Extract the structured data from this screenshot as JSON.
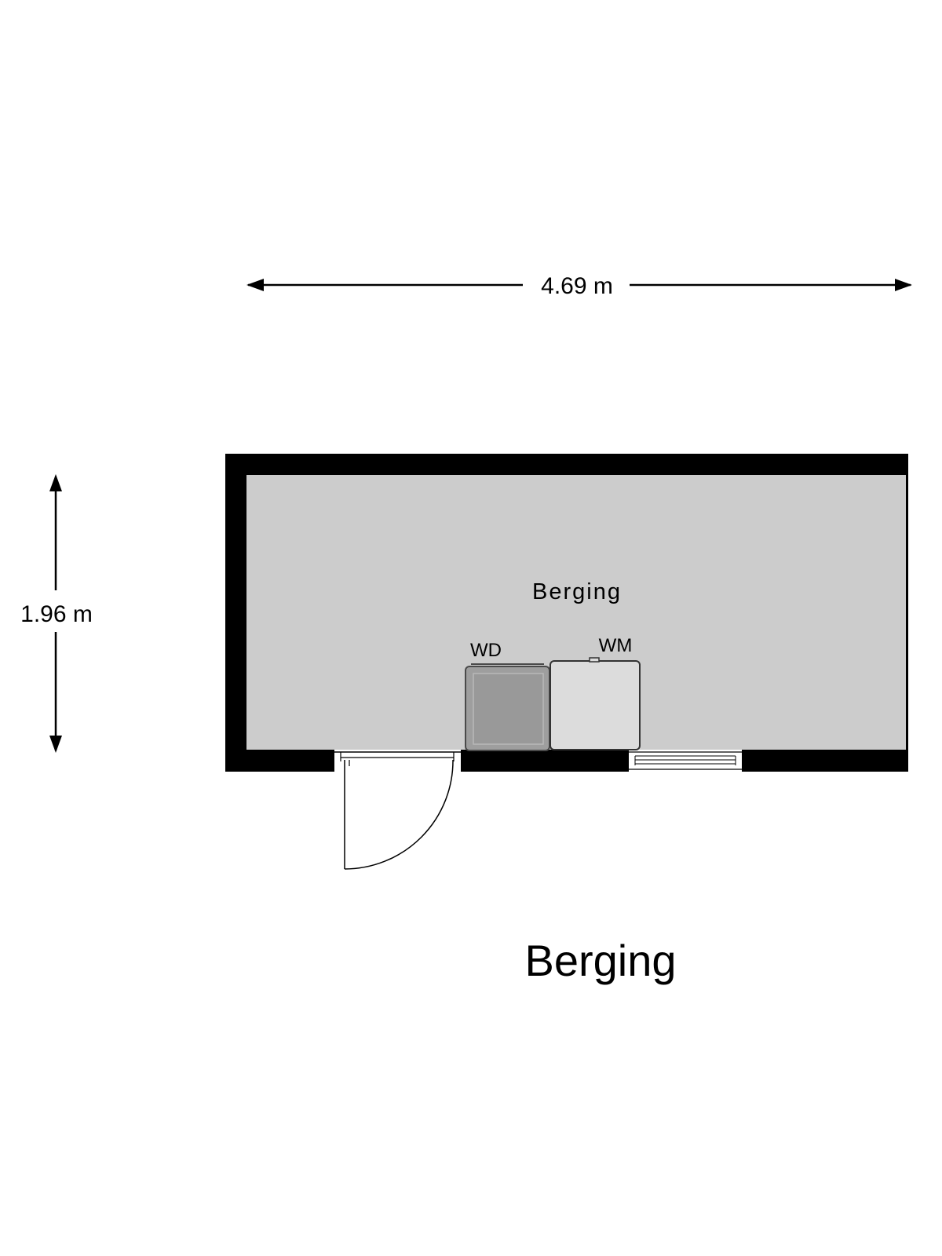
{
  "plan": {
    "width_dimension": "4.69 m",
    "height_dimension": "1.96 m",
    "room_label": "Berging",
    "caption": "Berging",
    "appliances": {
      "dryer_label": "WD",
      "washer_label": "WM"
    }
  },
  "colors": {
    "wall": "#000000",
    "floor": "#cccccc",
    "dryer": "#9e9e9e",
    "washer": "#dcdcdc",
    "background": "#ffffff"
  }
}
